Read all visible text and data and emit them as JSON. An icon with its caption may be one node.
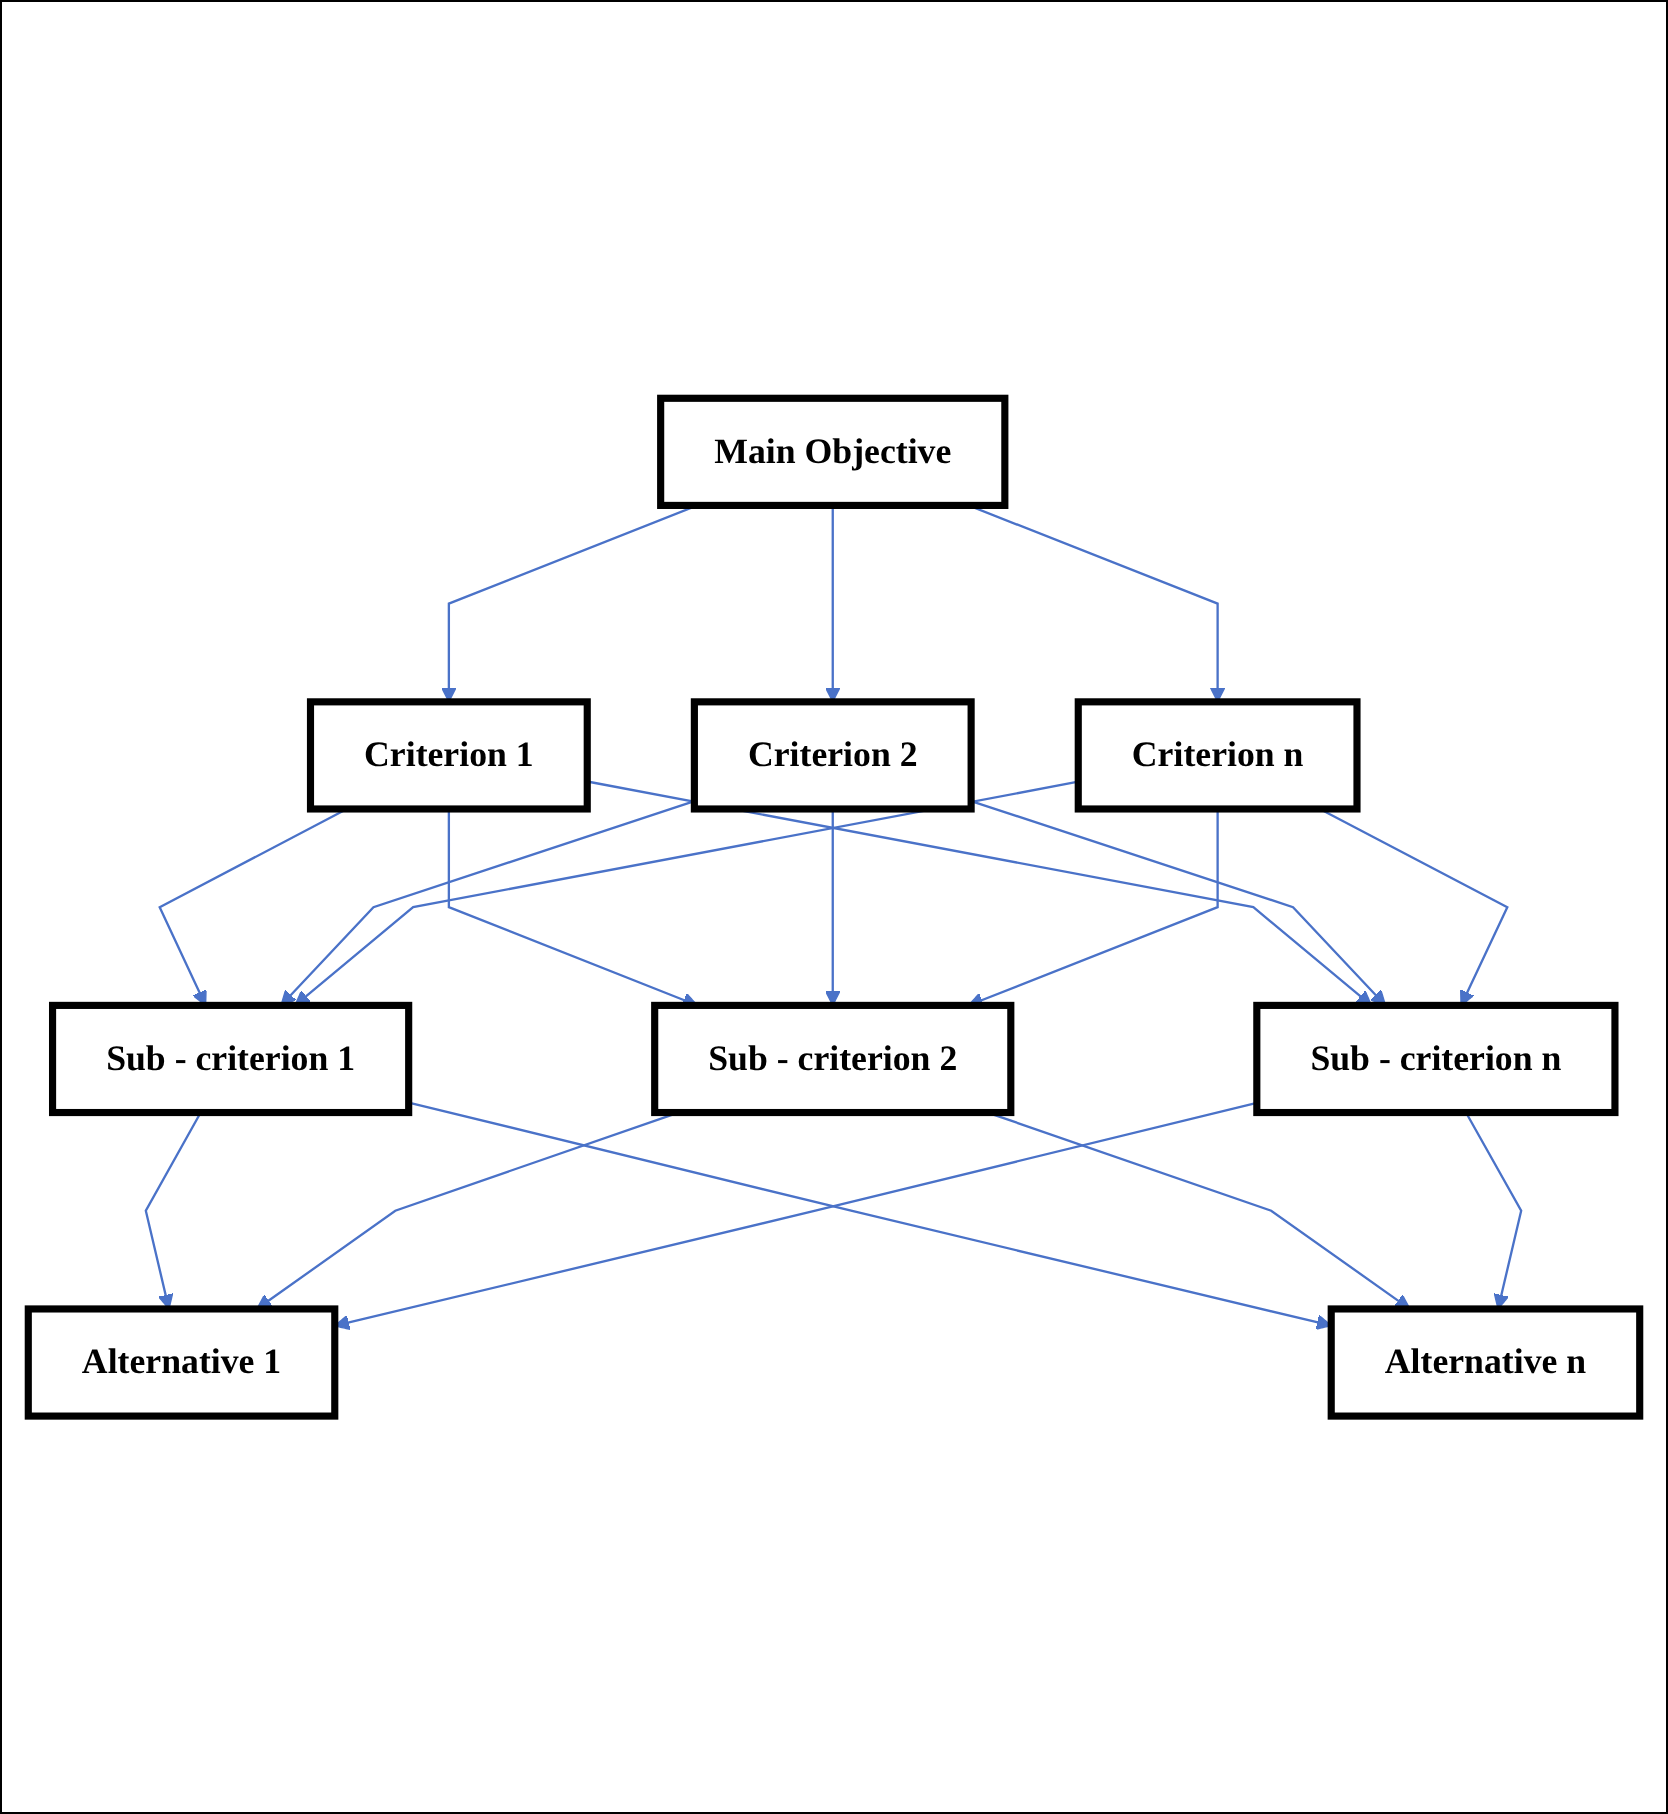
{
  "diagram": {
    "nodes": [
      {
        "text": [
          "Main Objective"
        ]
      },
      {
        "text": [
          "Criterion 1"
        ]
      },
      {
        "text": [
          "Criterion 2"
        ]
      },
      {
        "text": [
          "Criterion n"
        ]
      },
      {
        "text": [
          "Sub - criterion 1"
        ]
      },
      {
        "text": [
          "Sub - criterion 2"
        ]
      },
      {
        "text": [
          "Sub - criterion n"
        ]
      },
      {
        "text": [
          "Alternative 1"
        ]
      },
      {
        "text": [
          "Alternative n"
        ]
      }
    ],
    "edges": [
      {
        "from": 0,
        "to": 1,
        "arrow": "to"
      },
      {
        "from": 0,
        "to": 2,
        "arrow": "to"
      },
      {
        "from": 0,
        "to": 3,
        "arrow": "to"
      },
      {
        "from": 1,
        "to": 4,
        "arrow": "to"
      },
      {
        "from": 1,
        "to": 5,
        "arrow": "to"
      },
      {
        "from": 1,
        "to": 6,
        "arrow": "to"
      },
      {
        "from": 2,
        "to": 4,
        "arrow": "to"
      },
      {
        "from": 2,
        "to": 5,
        "arrow": "to"
      },
      {
        "from": 2,
        "to": 6,
        "arrow": "to"
      },
      {
        "from": 3,
        "to": 4,
        "arrow": "to"
      },
      {
        "from": 3,
        "to": 5,
        "arrow": "to"
      },
      {
        "from": 3,
        "to": 6,
        "arrow": "to"
      },
      {
        "from": 4,
        "to": 7,
        "arrow": "to"
      },
      {
        "from": 4,
        "to": 8,
        "arrow": "to"
      },
      {
        "from": 5,
        "to": 7,
        "arrow": "to"
      },
      {
        "from": 5,
        "to": 8,
        "arrow": "to"
      },
      {
        "from": 6,
        "to": 7,
        "arrow": "to"
      },
      {
        "from": 6,
        "to": 8,
        "arrow": "to"
      }
    ]
  }
}
